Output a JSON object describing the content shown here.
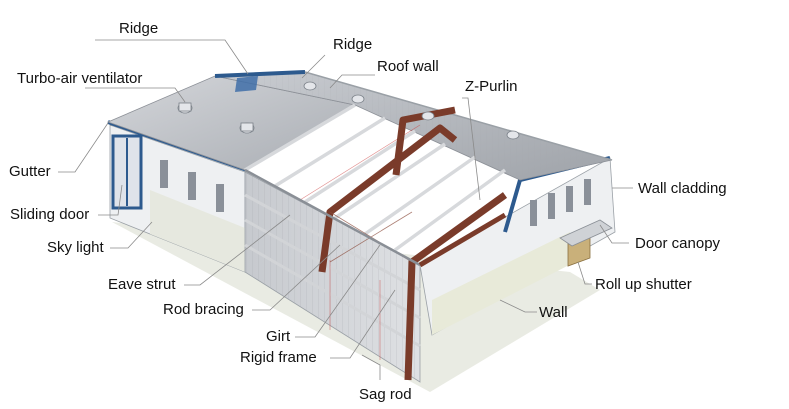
{
  "labels": {
    "ridge_top": "Ridge",
    "ridge_second": "Ridge",
    "turbo_air_ventilator": "Turbo-air ventilator",
    "roof_wall": "Roof wall",
    "z_purlin": "Z-Purlin",
    "gutter": "Gutter",
    "sliding_door": "Sliding door",
    "sky_light": "Sky light",
    "eave_strut": "Eave strut",
    "rod_bracing": "Rod bracing",
    "girt": "Girt",
    "rigid_frame": "Rigid frame",
    "sag_rod": "Sag rod",
    "wall_cladding": "Wall cladding",
    "door_canopy": "Door canopy",
    "roll_up_shutter": "Roll up shutter",
    "wall": "Wall"
  },
  "colors": {
    "trim_blue": "#2d5a8e",
    "frame_brown": "#7a3b2a",
    "roof_grey": "#b9bcc2",
    "wall_white": "#f2f3f5",
    "ground_light": "#e9ebe0",
    "leader_line": "#8a8a8a"
  }
}
